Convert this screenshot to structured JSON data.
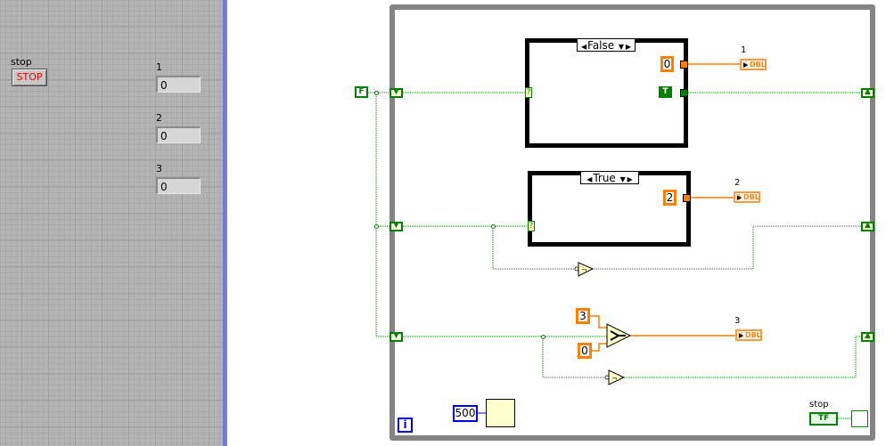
{
  "front_panel": {
    "stop_button": {
      "label": "stop",
      "text": "STOP"
    },
    "indicators": [
      {
        "label": "1",
        "value": "0"
      },
      {
        "label": "2",
        "value": "0"
      },
      {
        "label": "3",
        "value": "0"
      }
    ]
  },
  "block_diagram": {
    "init_constant": "F",
    "case_structures": [
      {
        "selector": "False",
        "constant": "0",
        "bool_constant": "T",
        "indicator_label": "1",
        "indicator_type": "DBL"
      },
      {
        "selector": "True",
        "constant": "2",
        "indicator_label": "2",
        "indicator_type": "DBL"
      }
    ],
    "select_node": {
      "true_input": "3",
      "false_input": "0",
      "indicator_label": "3",
      "indicator_type": "DBL"
    },
    "case_terminal": "?",
    "wait_ms": "500",
    "iteration_terminal": "i",
    "stop_indicator": {
      "label": "stop",
      "text": "TF"
    },
    "colors": {
      "boolean_wire": "#007f00",
      "numeric_wire": "#ff7f00",
      "i32": "#0000e0",
      "loop_border": "#848484"
    }
  }
}
